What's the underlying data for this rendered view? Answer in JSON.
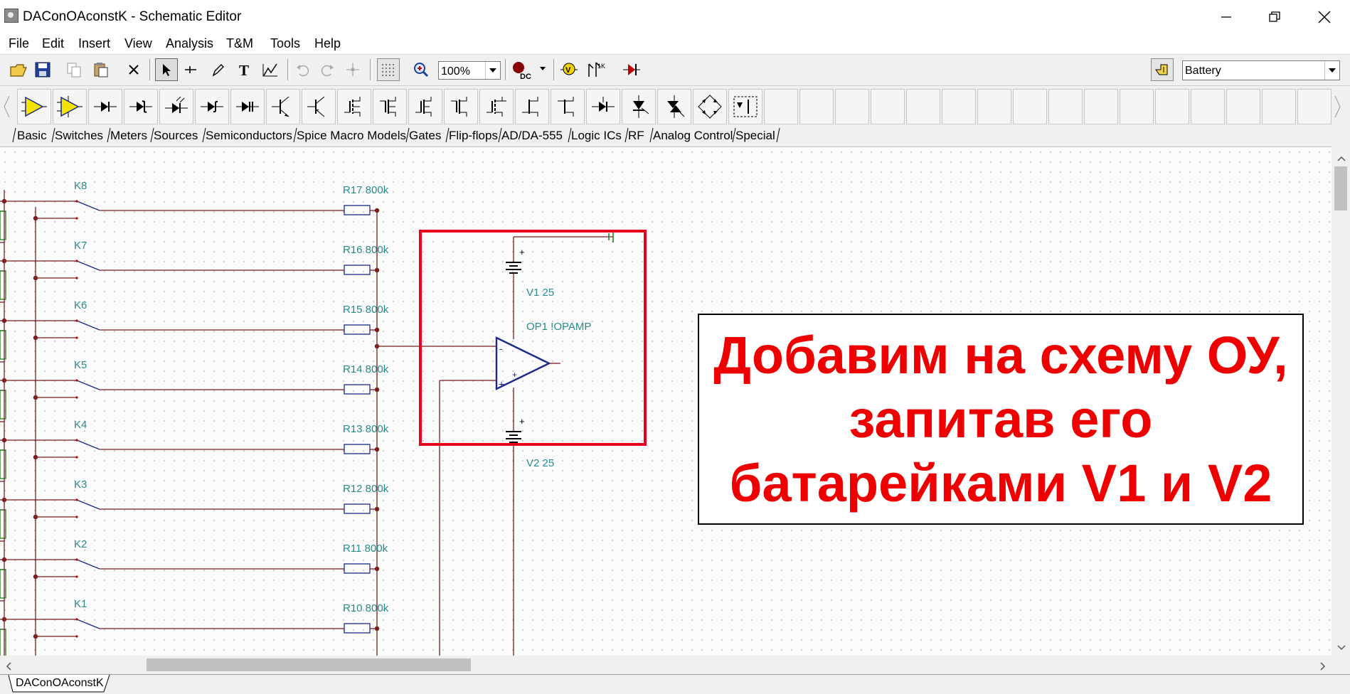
{
  "window": {
    "title": "DAConOAconstK - Schematic Editor"
  },
  "menu": [
    "File",
    "Edit",
    "Insert",
    "View",
    "Analysis",
    "T&M",
    "Tools",
    "Help"
  ],
  "toolbar": {
    "zoom": "100%",
    "component_select": "Battery",
    "dc_label": "DC"
  },
  "component_tabs": [
    "Basic",
    "Switches",
    "Meters",
    "Sources",
    "Semiconductors",
    "Spice Macro Models",
    "Gates",
    "Flip-flops",
    "AD/DA-555",
    "Logic ICs",
    "RF",
    "Analog Control",
    "Special"
  ],
  "schematic": {
    "switches": [
      "K8",
      "K7",
      "K6",
      "K5",
      "K4",
      "K3",
      "K2",
      "K1"
    ],
    "resistors": [
      "R17 800k",
      "R16 800k",
      "R15 800k",
      "R14 800k",
      "R13 800k",
      "R12 800k",
      "R11 800k",
      "R10 800k"
    ],
    "battery_top": "V1 25",
    "battery_bottom": "V2 25",
    "opamp": "OP1 !OPAMP",
    "plus": "+",
    "minus": "-"
  },
  "annotation": {
    "lines": [
      "Добавим на схему ОУ,",
      "запитав его",
      "батарейками V1 и V2"
    ]
  },
  "sheet_tab": "DAConOAconstK",
  "colors": {
    "wire": "#7a1e1e",
    "component": "#1d2a8c",
    "label": "#2a8a8a",
    "highlight": "#e8001c",
    "annotation_text": "#ee0000"
  }
}
